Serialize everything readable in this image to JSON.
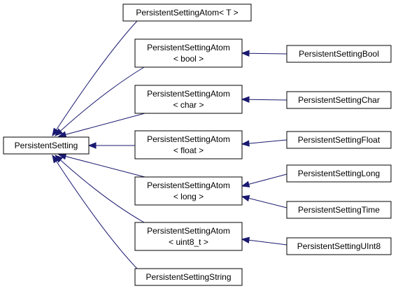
{
  "diagram": {
    "nodes": {
      "base": {
        "lines": [
          "PersistentSetting"
        ]
      },
      "atom_t": {
        "lines": [
          "PersistentSettingAtom< T >"
        ]
      },
      "atom_bool": {
        "lines": [
          "PersistentSettingAtom",
          "< bool >"
        ]
      },
      "atom_char": {
        "lines": [
          "PersistentSettingAtom",
          "< char >"
        ]
      },
      "atom_float": {
        "lines": [
          "PersistentSettingAtom",
          "< float >"
        ]
      },
      "atom_long": {
        "lines": [
          "PersistentSettingAtom",
          "< long >"
        ]
      },
      "atom_uint8": {
        "lines": [
          "PersistentSettingAtom",
          "< uint8_t >"
        ]
      },
      "string": {
        "lines": [
          "PersistentSettingString"
        ]
      },
      "bool": {
        "lines": [
          "PersistentSettingBool"
        ]
      },
      "char": {
        "lines": [
          "PersistentSettingChar"
        ]
      },
      "float": {
        "lines": [
          "PersistentSettingFloat"
        ]
      },
      "long": {
        "lines": [
          "PersistentSettingLong"
        ]
      },
      "time": {
        "lines": [
          "PersistentSettingTime"
        ]
      },
      "uint8": {
        "lines": [
          "PersistentSettingUInt8"
        ]
      }
    },
    "edges": [
      {
        "child": "atom_t",
        "parent": "base"
      },
      {
        "child": "atom_bool",
        "parent": "base"
      },
      {
        "child": "atom_char",
        "parent": "base"
      },
      {
        "child": "atom_float",
        "parent": "base"
      },
      {
        "child": "atom_long",
        "parent": "base"
      },
      {
        "child": "atom_uint8",
        "parent": "base"
      },
      {
        "child": "string",
        "parent": "base"
      },
      {
        "child": "bool",
        "parent": "atom_bool"
      },
      {
        "child": "char",
        "parent": "atom_char"
      },
      {
        "child": "float",
        "parent": "atom_float"
      },
      {
        "child": "long",
        "parent": "atom_long"
      },
      {
        "child": "time",
        "parent": "atom_long"
      },
      {
        "child": "uint8",
        "parent": "atom_uint8"
      }
    ],
    "colors": {
      "edge": "#191970",
      "node_border": "#000000",
      "node_fill": "#ffffff"
    }
  }
}
